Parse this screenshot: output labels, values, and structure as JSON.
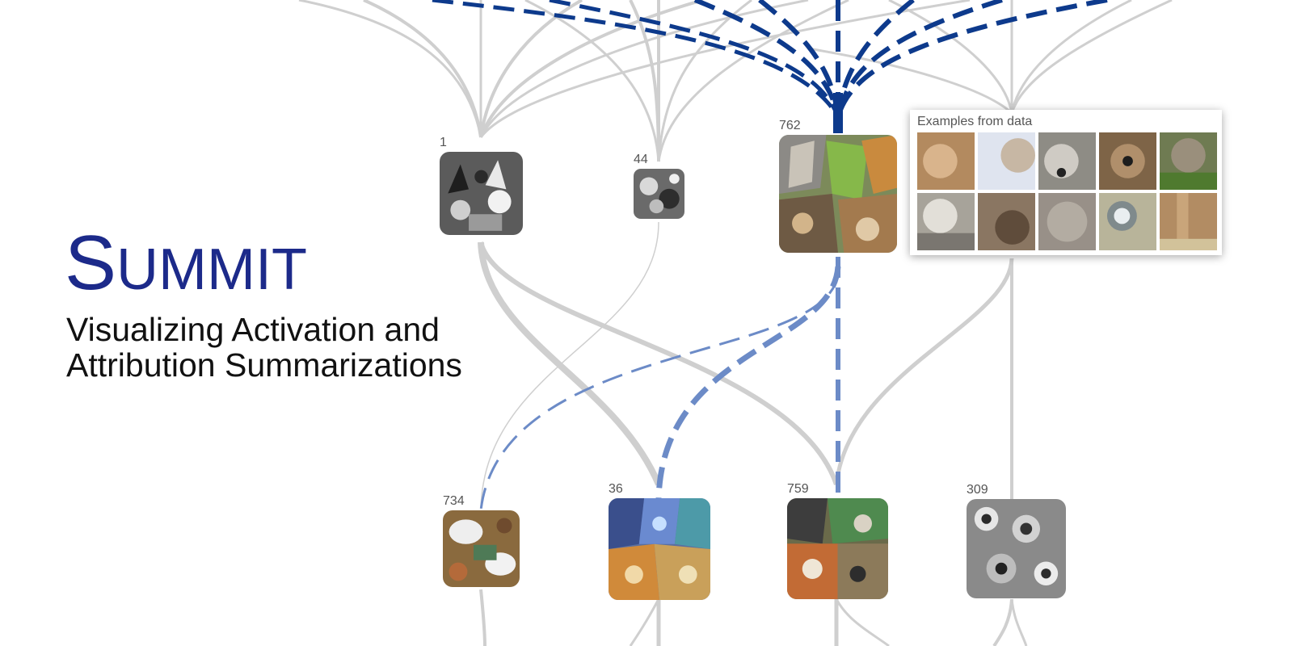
{
  "header": {
    "title_first": "S",
    "title_rest": "UMMIT",
    "subtitle_line1": "Visualizing Activation and",
    "subtitle_line2": "Attribution Summarizations"
  },
  "colors": {
    "title": "#1c2a8a",
    "edge_gray": "#cfcfcf",
    "edge_dark_blue": "#0d3a8c",
    "edge_light_blue": "#6c8bc7"
  },
  "nodes": [
    {
      "id": "n1",
      "label": "1",
      "icon": "grayscale-dog-faces-feature"
    },
    {
      "id": "n44",
      "label": "44",
      "icon": "grayscale-small-feature"
    },
    {
      "id": "n762",
      "label": "762",
      "icon": "wolf-coyote-feature"
    },
    {
      "id": "n734",
      "label": "734",
      "icon": "borzoi-dog-feature"
    },
    {
      "id": "n36",
      "label": "36",
      "icon": "colorful-fox-faces-feature"
    },
    {
      "id": "n759",
      "label": "759",
      "icon": "wolf-faces-feature"
    },
    {
      "id": "n309",
      "label": "309",
      "icon": "grayscale-texture-feature"
    }
  ],
  "popup": {
    "title": "Examples from data",
    "examples": [
      {
        "icon": "coyote-photo",
        "color": "#b38a5f"
      },
      {
        "icon": "pale-fur-photo",
        "color": "#dfe4ef"
      },
      {
        "icon": "gray-wolf-photo",
        "color": "#8e8c85"
      },
      {
        "icon": "wolf-nose-photo",
        "color": "#7e6447"
      },
      {
        "icon": "wolf-grass-photo",
        "color": "#6f7b52"
      },
      {
        "icon": "white-wolf-photo",
        "color": "#a7a39a"
      },
      {
        "icon": "brown-fur-photo",
        "color": "#8a7662"
      },
      {
        "icon": "gray-fur-photo",
        "color": "#989088"
      },
      {
        "icon": "wolf-field-photo",
        "color": "#b8b49a"
      },
      {
        "icon": "leg-grass-photo",
        "color": "#b28c63"
      }
    ]
  }
}
